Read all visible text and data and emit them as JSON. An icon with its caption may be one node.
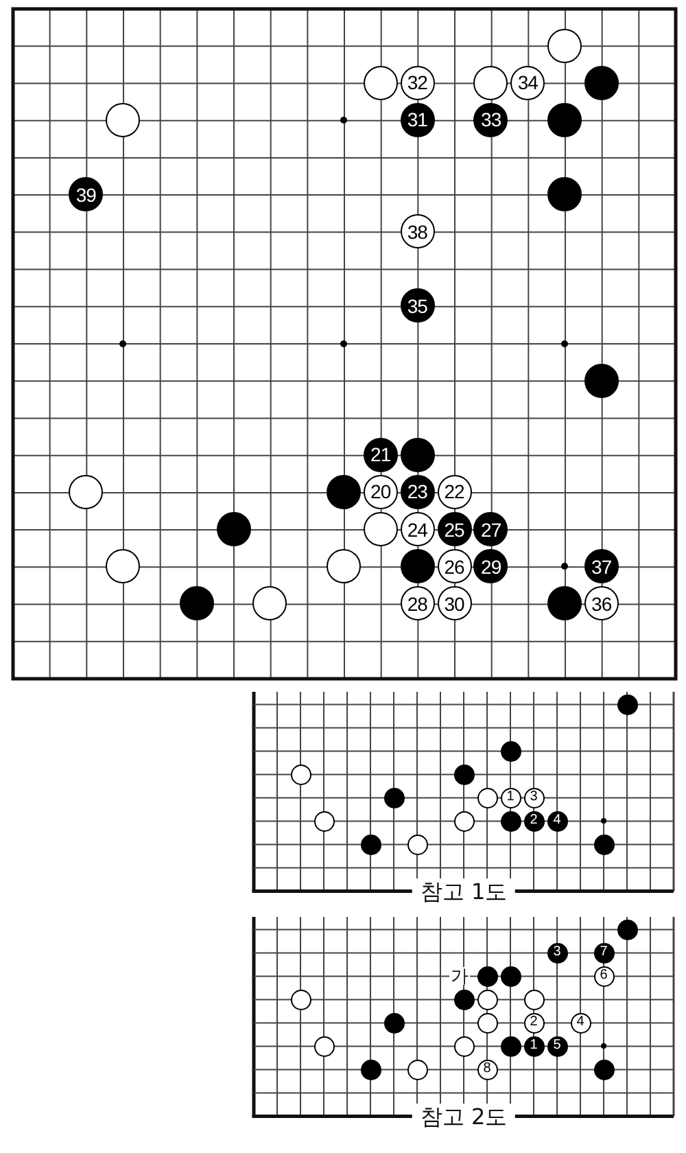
{
  "diagram": {
    "nodes": [
      {
        "text": [],
        "shape": "box"
      },
      {
        "text": [],
        "shape": "circle",
        "in": 0
      },
      {
        "text": [],
        "shape": "circle",
        "in": 0
      },
      {
        "text": [
          "32"
        ],
        "in": 0
      },
      {
        "text": [],
        "shape": "circle",
        "in": 0
      },
      {
        "text": [
          "34"
        ],
        "in": 0
      },
      {
        "text": [],
        "shape": "circle",
        "in": 0
      },
      {
        "text": [],
        "shape": "circle",
        "in": 0
      },
      {
        "text": [
          "31"
        ],
        "in": 0
      },
      {
        "text": [
          "33"
        ],
        "in": 0
      },
      {
        "text": [],
        "shape": "circle",
        "in": 0
      },
      {
        "text": [
          "39"
        ],
        "in": 0
      },
      {
        "text": [],
        "shape": "circle",
        "in": 0
      },
      {
        "text": [
          "38"
        ],
        "in": 0
      },
      {
        "text": [
          "35"
        ],
        "in": 0
      },
      {
        "text": [],
        "shape": "circle",
        "in": 0
      },
      {
        "text": [
          "21"
        ],
        "in": 0
      },
      {
        "text": [],
        "shape": "circle",
        "in": 0
      },
      {
        "text": [],
        "shape": "circle",
        "in": 0
      },
      {
        "text": [],
        "shape": "circle",
        "in": 0
      },
      {
        "text": [
          "20"
        ],
        "in": 0
      },
      {
        "text": [
          "23"
        ],
        "in": 0
      },
      {
        "text": [
          "22"
        ],
        "in": 0
      },
      {
        "text": [],
        "shape": "circle",
        "in": 0
      },
      {
        "text": [],
        "shape": "circle",
        "in": 0
      },
      {
        "text": [
          "24"
        ],
        "in": 0
      },
      {
        "text": [
          "25"
        ],
        "in": 0
      },
      {
        "text": [
          "27"
        ],
        "in": 0
      },
      {
        "text": [],
        "shape": "circle",
        "in": 0
      },
      {
        "text": [],
        "shape": "circle",
        "in": 0
      },
      {
        "text": [],
        "shape": "circle",
        "in": 0
      },
      {
        "text": [
          "26"
        ],
        "in": 0
      },
      {
        "text": [
          "29"
        ],
        "in": 0
      },
      {
        "text": [
          "37"
        ],
        "in": 0
      },
      {
        "text": [],
        "shape": "circle",
        "in": 0
      },
      {
        "text": [],
        "shape": "circle",
        "in": 0
      },
      {
        "text": [
          "28"
        ],
        "in": 0
      },
      {
        "text": [
          "30"
        ],
        "in": 0
      },
      {
        "text": [],
        "shape": "circle",
        "in": 0
      },
      {
        "text": [
          "36"
        ],
        "in": 0
      },
      {
        "text": [
          "참고 1도"
        ]
      },
      {
        "text": [],
        "shape": "circle",
        "in": 40
      },
      {
        "text": [],
        "shape": "circle",
        "in": 40
      },
      {
        "text": [],
        "shape": "circle",
        "in": 40
      },
      {
        "text": [],
        "shape": "circle",
        "in": 40
      },
      {
        "text": [],
        "shape": "circle",
        "in": 40
      },
      {
        "text": [],
        "shape": "circle",
        "in": 40
      },
      {
        "text": [
          "1"
        ],
        "in": 40
      },
      {
        "text": [
          "3"
        ],
        "in": 40
      },
      {
        "text": [],
        "shape": "circle",
        "in": 40
      },
      {
        "text": [],
        "shape": "circle",
        "in": 40
      },
      {
        "text": [],
        "shape": "circle",
        "in": 40
      },
      {
        "text": [
          "2"
        ],
        "in": 40
      },
      {
        "text": [
          "4"
        ],
        "in": 40
      },
      {
        "text": [],
        "shape": "circle",
        "in": 40
      },
      {
        "text": [],
        "shape": "circle",
        "in": 40
      },
      {
        "text": [],
        "shape": "circle",
        "in": 40
      },
      {
        "text": [
          "참고 2도"
        ]
      },
      {
        "text": [],
        "shape": "circle",
        "in": 57
      },
      {
        "text": [
          "3"
        ],
        "in": 57
      },
      {
        "text": [
          "7"
        ],
        "in": 57
      },
      {
        "text": [],
        "shape": "circle",
        "in": 57
      },
      {
        "text": [],
        "shape": "circle",
        "in": 57
      },
      {
        "text": [
          "6"
        ],
        "in": 57
      },
      {
        "text": [],
        "shape": "circle",
        "in": 57
      },
      {
        "text": [],
        "shape": "circle",
        "in": 57
      },
      {
        "text": [],
        "shape": "circle",
        "in": 57
      },
      {
        "text": [],
        "shape": "circle",
        "in": 57
      },
      {
        "text": [],
        "shape": "circle",
        "in": 57
      },
      {
        "text": [],
        "shape": "circle",
        "in": 57
      },
      {
        "text": [
          "2"
        ],
        "in": 57
      },
      {
        "text": [
          "4"
        ],
        "in": 57
      },
      {
        "text": [],
        "shape": "circle",
        "in": 57
      },
      {
        "text": [],
        "shape": "circle",
        "in": 57
      },
      {
        "text": [],
        "shape": "circle",
        "in": 57
      },
      {
        "text": [
          "1"
        ],
        "in": 57
      },
      {
        "text": [
          "5"
        ],
        "in": 57
      },
      {
        "text": [],
        "shape": "circle",
        "in": 57
      },
      {
        "text": [],
        "shape": "circle",
        "in": 57
      },
      {
        "text": [
          "8"
        ],
        "in": 57
      },
      {
        "text": [],
        "shape": "circle",
        "in": 57
      }
    ],
    "labels": [
      "가"
    ]
  }
}
